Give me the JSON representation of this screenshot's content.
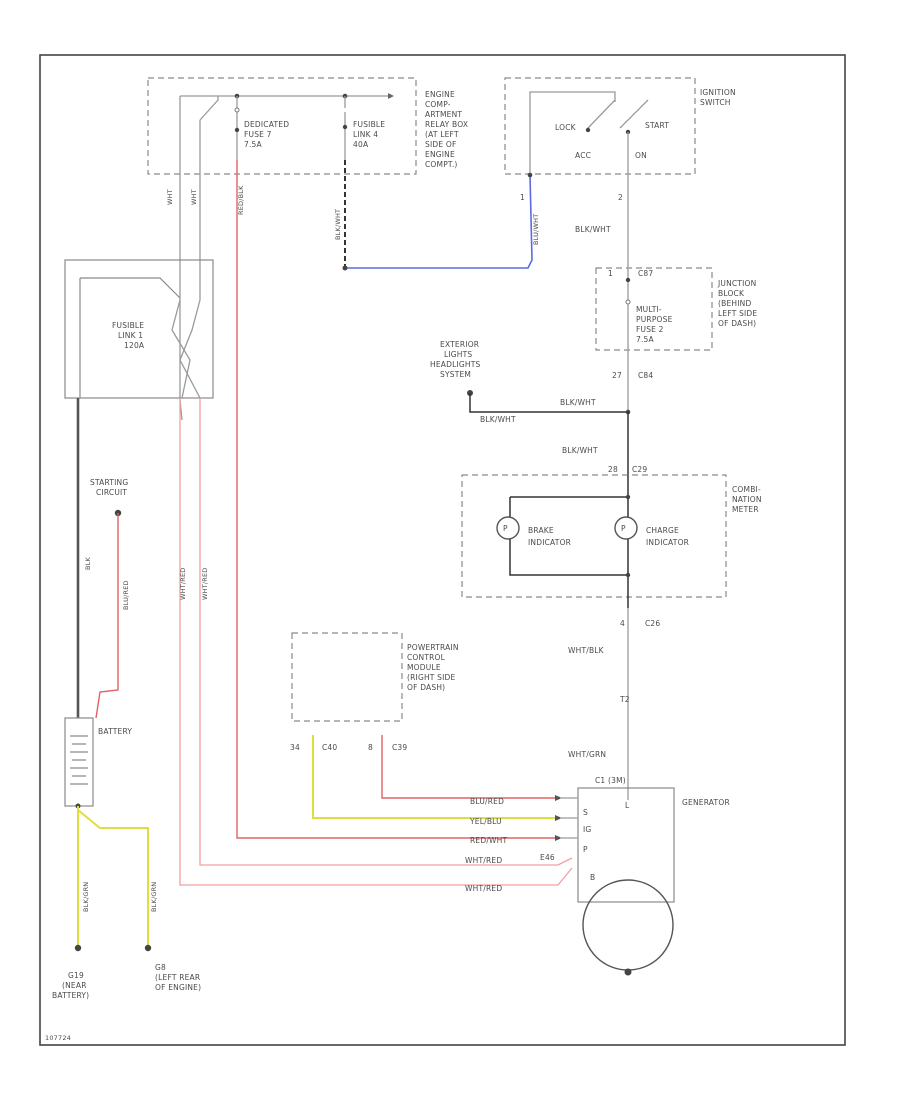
{
  "components": {
    "engine_relay_box": [
      "ENGINE",
      "COMP-",
      "ARTMENT",
      "RELAY BOX",
      "(AT LEFT",
      "SIDE OF",
      "ENGINE",
      "COMPT.)"
    ],
    "dedicated_fuse": [
      "DEDICATED",
      "FUSE 7",
      "7.5A"
    ],
    "fusible_link_4": [
      "FUSIBLE",
      "LINK 4",
      "40A"
    ],
    "ignition_switch": [
      "IGNITION",
      "SWITCH"
    ],
    "ign_positions": [
      "LOCK",
      "START",
      "ACC",
      "ON"
    ],
    "fusible_link_1": [
      "FUSIBLE",
      "LINK 1",
      "120A"
    ],
    "junction_block": [
      "JUNCTION",
      "BLOCK",
      "(BEHIND",
      "LEFT SIDE",
      "OF DASH)"
    ],
    "multi_fuse": [
      "MULTI-",
      "PURPOSE",
      "FUSE 2",
      "7.5A"
    ],
    "exterior_lights": [
      "EXTERIOR",
      "LIGHTS",
      "HEADLIGHTS",
      "SYSTEM"
    ],
    "combination_meter": [
      "COMBI-",
      "NATION",
      "METER"
    ],
    "brake_indicator": [
      "BRAKE",
      "INDICATOR"
    ],
    "charge_indicator": [
      "CHARGE",
      "INDICATOR"
    ],
    "starting_circuit": [
      "STARTING",
      "CIRCUIT"
    ],
    "battery": "BATTERY",
    "pcm": [
      "POWERTRAIN",
      "CONTROL",
      "MODULE",
      "(RIGHT SIDE",
      "OF DASH)"
    ],
    "generator": "GENERATOR",
    "ground_1": [
      "G19",
      "(NEAR",
      "BATTERY)"
    ],
    "ground_2": [
      "G8",
      "(LEFT REAR",
      "OF ENGINE)"
    ]
  },
  "connectors": {
    "c_1": "1",
    "c_2": "2",
    "c_jb": "C87",
    "c_jb_pin": "1",
    "c_c84": "C84",
    "c_c84_pin": "27",
    "c_c29": "C29",
    "c_c29_pin": "28",
    "c_c26": "C26",
    "c_c26_pin": "4",
    "pcm_pin_a": "34",
    "pcm_conn_a": "C40",
    "pcm_pin_b": "8",
    "pcm_conn_b": "C39",
    "gen_conn": "C1 (3M)",
    "gen_conn_b": "E46",
    "t2": "T2",
    "gen_pins": [
      "S",
      "L",
      "IG",
      "P",
      "B"
    ]
  },
  "wires": {
    "blk_wht_1": "BLK/WHT",
    "blk_wht_2": "BLK/WHT",
    "blk_wht_3": "BLK/WHT",
    "blk_wht_4": "BLK/WHT",
    "wht_blk": "WHT/BLK",
    "wht_grn": "WHT/GRN",
    "blu_red": "BLU/RED",
    "yel_blu": "YEL/BLU",
    "red_wht": "RED/WHT",
    "wht_red_1": "WHT/RED",
    "wht_red_2": "WHT/RED",
    "wht_a": "WHT",
    "wht_b": "WHT",
    "red_blk": "RED/BLK",
    "blk_wht_v": "BLK/WHT",
    "blu_wht_v": "BLU/WHT",
    "blk_v": "BLK",
    "blu_red_v": "BLU/RED",
    "wht_red_v1": "WHT/RED",
    "wht_red_v2": "WHT/RED",
    "gnd_a": "BLK/GRN",
    "gnd_b": "BLK/GRN"
  },
  "footer_code": "107724"
}
